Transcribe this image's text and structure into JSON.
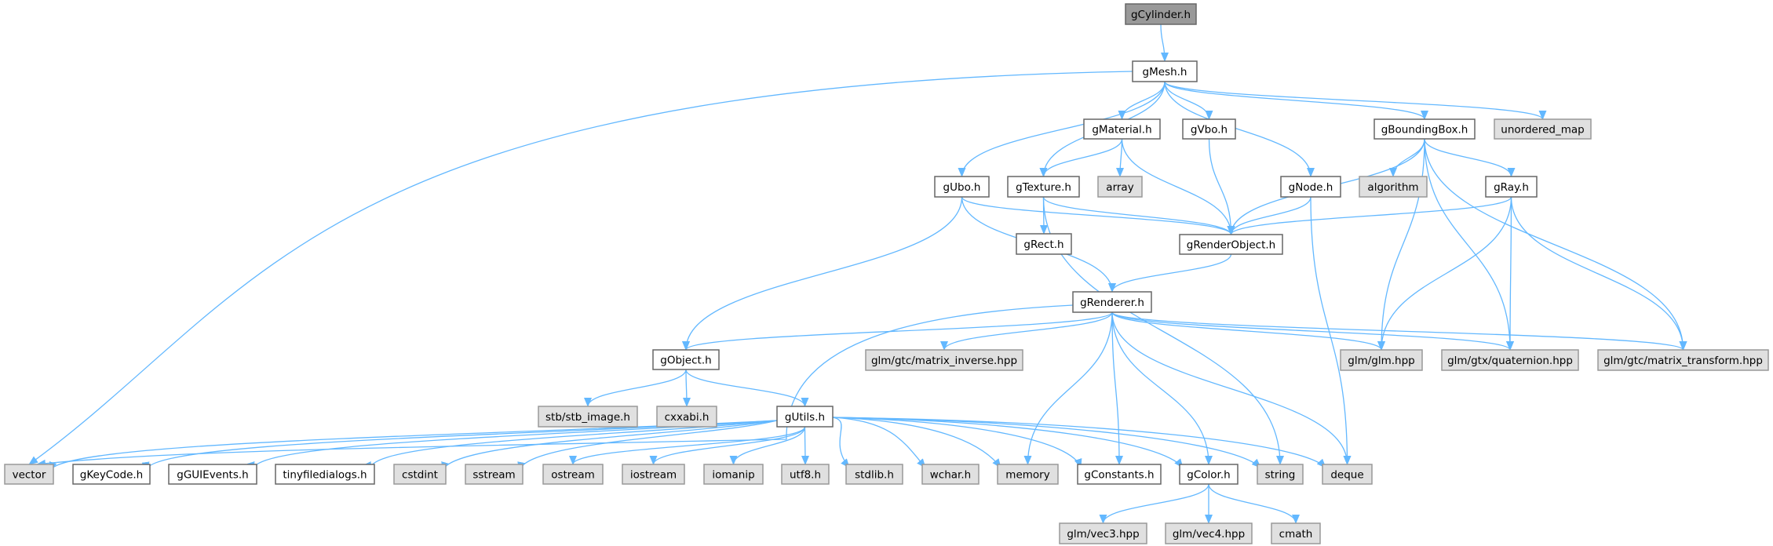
{
  "graph": {
    "colors": {
      "edge": "#63b8ff",
      "root_fill": "#999999",
      "root_stroke": "#666666",
      "doc_fill": "#ffffff",
      "doc_stroke": "#666666",
      "ext_fill": "#e0e0e0",
      "ext_stroke": "#999999"
    },
    "nodes": [
      {
        "id": "gCylinder",
        "label": "gCylinder.h",
        "kind": "root"
      },
      {
        "id": "gMesh",
        "label": "gMesh.h",
        "kind": "doc"
      },
      {
        "id": "gMaterial",
        "label": "gMaterial.h",
        "kind": "doc"
      },
      {
        "id": "gVbo",
        "label": "gVbo.h",
        "kind": "doc"
      },
      {
        "id": "gBoundingBox",
        "label": "gBoundingBox.h",
        "kind": "doc"
      },
      {
        "id": "unordered_map",
        "label": "unordered_map",
        "kind": "ext"
      },
      {
        "id": "gUbo",
        "label": "gUbo.h",
        "kind": "doc"
      },
      {
        "id": "gTexture",
        "label": "gTexture.h",
        "kind": "doc"
      },
      {
        "id": "array",
        "label": "array",
        "kind": "ext"
      },
      {
        "id": "gNode",
        "label": "gNode.h",
        "kind": "doc"
      },
      {
        "id": "algorithm",
        "label": "algorithm",
        "kind": "ext"
      },
      {
        "id": "gRay",
        "label": "gRay.h",
        "kind": "doc"
      },
      {
        "id": "gRect",
        "label": "gRect.h",
        "kind": "doc"
      },
      {
        "id": "gRenderObject",
        "label": "gRenderObject.h",
        "kind": "doc"
      },
      {
        "id": "gRenderer",
        "label": "gRenderer.h",
        "kind": "doc"
      },
      {
        "id": "gObject",
        "label": "gObject.h",
        "kind": "doc"
      },
      {
        "id": "matrix_inverse",
        "label": "glm/gtc/matrix_inverse.hpp",
        "kind": "ext"
      },
      {
        "id": "glm",
        "label": "glm/glm.hpp",
        "kind": "ext"
      },
      {
        "id": "quaternion",
        "label": "glm/gtx/quaternion.hpp",
        "kind": "ext"
      },
      {
        "id": "matrix_transform",
        "label": "glm/gtc/matrix_transform.hpp",
        "kind": "ext"
      },
      {
        "id": "stb_image",
        "label": "stb/stb_image.h",
        "kind": "ext"
      },
      {
        "id": "cxxabi",
        "label": "cxxabi.h",
        "kind": "ext"
      },
      {
        "id": "gUtils",
        "label": "gUtils.h",
        "kind": "doc"
      },
      {
        "id": "vector",
        "label": "vector",
        "kind": "ext"
      },
      {
        "id": "gKeyCode",
        "label": "gKeyCode.h",
        "kind": "doc"
      },
      {
        "id": "gGUIEvents",
        "label": "gGUIEvents.h",
        "kind": "doc"
      },
      {
        "id": "tinyfiledialogs",
        "label": "tinyfiledialogs.h",
        "kind": "doc"
      },
      {
        "id": "cstdint",
        "label": "cstdint",
        "kind": "ext"
      },
      {
        "id": "sstream",
        "label": "sstream",
        "kind": "ext"
      },
      {
        "id": "ostream",
        "label": "ostream",
        "kind": "ext"
      },
      {
        "id": "iostream",
        "label": "iostream",
        "kind": "ext"
      },
      {
        "id": "iomanip",
        "label": "iomanip",
        "kind": "ext"
      },
      {
        "id": "utf8",
        "label": "utf8.h",
        "kind": "ext"
      },
      {
        "id": "stdlib",
        "label": "stdlib.h",
        "kind": "ext"
      },
      {
        "id": "wchar",
        "label": "wchar.h",
        "kind": "ext"
      },
      {
        "id": "memory",
        "label": "memory",
        "kind": "ext"
      },
      {
        "id": "gConstants",
        "label": "gConstants.h",
        "kind": "doc"
      },
      {
        "id": "gColor",
        "label": "gColor.h",
        "kind": "doc"
      },
      {
        "id": "string",
        "label": "string",
        "kind": "ext"
      },
      {
        "id": "deque",
        "label": "deque",
        "kind": "ext"
      },
      {
        "id": "vec3",
        "label": "glm/vec3.hpp",
        "kind": "ext"
      },
      {
        "id": "vec4",
        "label": "glm/vec4.hpp",
        "kind": "ext"
      },
      {
        "id": "cmath",
        "label": "cmath",
        "kind": "ext"
      }
    ],
    "edges": [
      [
        "gCylinder",
        "gMesh"
      ],
      [
        "gMesh",
        "vector"
      ],
      [
        "gMesh",
        "gUbo"
      ],
      [
        "gMesh",
        "gTexture"
      ],
      [
        "gMesh",
        "gMaterial"
      ],
      [
        "gMesh",
        "gVbo"
      ],
      [
        "gMesh",
        "gNode"
      ],
      [
        "gMesh",
        "gBoundingBox"
      ],
      [
        "gMesh",
        "unordered_map"
      ],
      [
        "gMaterial",
        "gTexture"
      ],
      [
        "gMaterial",
        "array"
      ],
      [
        "gMaterial",
        "gRenderObject"
      ],
      [
        "gVbo",
        "gRenderObject"
      ],
      [
        "gBoundingBox",
        "gRenderObject"
      ],
      [
        "gBoundingBox",
        "algorithm"
      ],
      [
        "gBoundingBox",
        "glm"
      ],
      [
        "gBoundingBox",
        "gRay"
      ],
      [
        "gBoundingBox",
        "quaternion"
      ],
      [
        "gBoundingBox",
        "matrix_transform"
      ],
      [
        "gUbo",
        "gRenderObject"
      ],
      [
        "gUbo",
        "gRenderer"
      ],
      [
        "gUbo",
        "gObject"
      ],
      [
        "gTexture",
        "gRect"
      ],
      [
        "gTexture",
        "gRenderObject"
      ],
      [
        "gTexture",
        "string"
      ],
      [
        "gNode",
        "gRenderObject"
      ],
      [
        "gNode",
        "deque"
      ],
      [
        "gRay",
        "gRenderObject"
      ],
      [
        "gRay",
        "glm"
      ],
      [
        "gRay",
        "quaternion"
      ],
      [
        "gRay",
        "matrix_transform"
      ],
      [
        "gRenderObject",
        "gRenderer"
      ],
      [
        "gRenderer",
        "gObject"
      ],
      [
        "gRenderer",
        "vector"
      ],
      [
        "gRenderer",
        "matrix_inverse"
      ],
      [
        "gRenderer",
        "memory"
      ],
      [
        "gRenderer",
        "gConstants"
      ],
      [
        "gRenderer",
        "gColor"
      ],
      [
        "gRenderer",
        "deque"
      ],
      [
        "gRenderer",
        "glm"
      ],
      [
        "gRenderer",
        "quaternion"
      ],
      [
        "gRenderer",
        "matrix_transform"
      ],
      [
        "gObject",
        "stb_image"
      ],
      [
        "gObject",
        "cxxabi"
      ],
      [
        "gObject",
        "gUtils"
      ],
      [
        "gUtils",
        "vector"
      ],
      [
        "gUtils",
        "gKeyCode"
      ],
      [
        "gUtils",
        "gGUIEvents"
      ],
      [
        "gUtils",
        "tinyfiledialogs"
      ],
      [
        "gUtils",
        "cstdint"
      ],
      [
        "gUtils",
        "sstream"
      ],
      [
        "gUtils",
        "ostream"
      ],
      [
        "gUtils",
        "iostream"
      ],
      [
        "gUtils",
        "iomanip"
      ],
      [
        "gUtils",
        "utf8"
      ],
      [
        "gUtils",
        "stdlib"
      ],
      [
        "gUtils",
        "wchar"
      ],
      [
        "gUtils",
        "memory"
      ],
      [
        "gUtils",
        "gConstants"
      ],
      [
        "gUtils",
        "gColor"
      ],
      [
        "gUtils",
        "string"
      ],
      [
        "gUtils",
        "deque"
      ],
      [
        "gColor",
        "vec3"
      ],
      [
        "gColor",
        "vec4"
      ],
      [
        "gColor",
        "cmath"
      ]
    ]
  }
}
